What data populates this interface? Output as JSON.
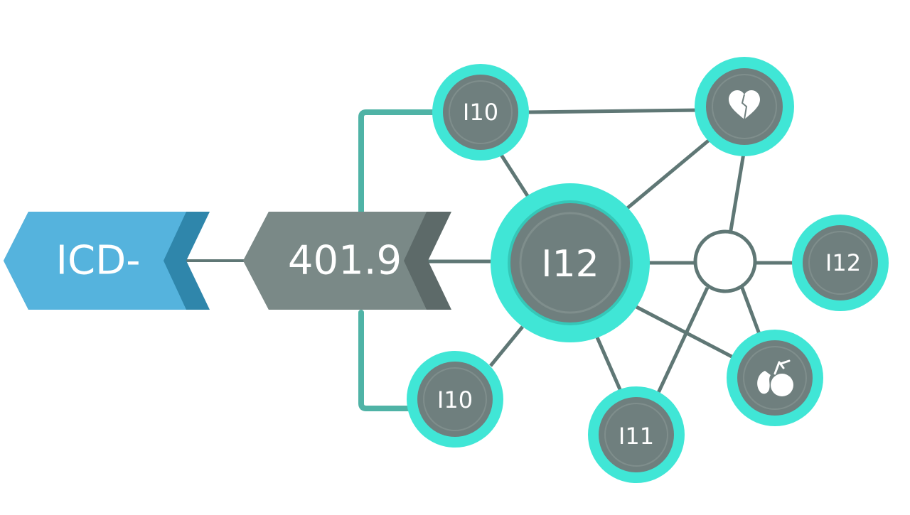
{
  "colors": {
    "background": "#ffffff",
    "teal_ring": "#40e6d6",
    "teal_ring_dark": "#35c7b8",
    "node_fill": "#6f7f7e",
    "node_inner": "#7f8e8c",
    "connector": "#5f7775",
    "connector_teal": "#4fb3a6",
    "arrow_blue": "#55b3dd",
    "arrow_blue_dark": "#2f86ab",
    "arrow_gray": "#7a8987",
    "arrow_gray_dark": "#5d6a69",
    "hub_fill": "#ffffff"
  },
  "arrows": {
    "icd": {
      "label": "ICD-"
    },
    "code": {
      "label": "401.9"
    }
  },
  "nodes": {
    "center": {
      "label": "I12"
    },
    "top_left": {
      "label": "I10"
    },
    "top_right": {
      "label": "",
      "icon": "heart-icon"
    },
    "right": {
      "label": "I12"
    },
    "lower_right": {
      "label": "",
      "icon": "kidney-icon"
    },
    "bottom": {
      "label": "I11"
    },
    "bottom_left": {
      "label": "I10"
    }
  }
}
